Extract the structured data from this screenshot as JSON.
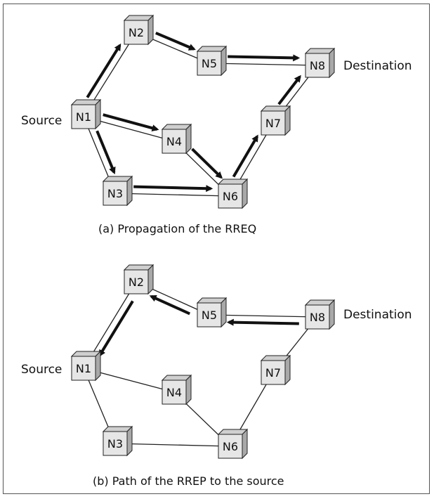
{
  "panels": [
    {
      "id": "a",
      "caption": "(a) Propagation of the RREQ",
      "source_label": "Source",
      "destination_label": "Destination",
      "nodes": [
        {
          "id": "N1",
          "label": "N1"
        },
        {
          "id": "N2",
          "label": "N2"
        },
        {
          "id": "N3",
          "label": "N3"
        },
        {
          "id": "N4",
          "label": "N4"
        },
        {
          "id": "N5",
          "label": "N5"
        },
        {
          "id": "N6",
          "label": "N6"
        },
        {
          "id": "N7",
          "label": "N7"
        },
        {
          "id": "N8",
          "label": "N8"
        }
      ],
      "links": [
        [
          "N1",
          "N2"
        ],
        [
          "N1",
          "N4"
        ],
        [
          "N1",
          "N3"
        ],
        [
          "N2",
          "N5"
        ],
        [
          "N5",
          "N8"
        ],
        [
          "N4",
          "N6"
        ],
        [
          "N3",
          "N6"
        ],
        [
          "N6",
          "N7"
        ],
        [
          "N7",
          "N8"
        ]
      ],
      "arrows": [
        [
          "N1",
          "N2"
        ],
        [
          "N1",
          "N4"
        ],
        [
          "N1",
          "N3"
        ],
        [
          "N2",
          "N5"
        ],
        [
          "N5",
          "N8"
        ],
        [
          "N4",
          "N6"
        ],
        [
          "N3",
          "N6"
        ],
        [
          "N6",
          "N7"
        ],
        [
          "N7",
          "N8"
        ]
      ]
    },
    {
      "id": "b",
      "caption": "(b) Path of the RREP to the source",
      "source_label": "Source",
      "destination_label": "Destination",
      "nodes": [
        {
          "id": "N1",
          "label": "N1"
        },
        {
          "id": "N2",
          "label": "N2"
        },
        {
          "id": "N3",
          "label": "N3"
        },
        {
          "id": "N4",
          "label": "N4"
        },
        {
          "id": "N5",
          "label": "N5"
        },
        {
          "id": "N6",
          "label": "N6"
        },
        {
          "id": "N7",
          "label": "N7"
        },
        {
          "id": "N8",
          "label": "N8"
        }
      ],
      "links": [
        [
          "N1",
          "N2"
        ],
        [
          "N1",
          "N4"
        ],
        [
          "N1",
          "N3"
        ],
        [
          "N2",
          "N5"
        ],
        [
          "N5",
          "N8"
        ],
        [
          "N4",
          "N6"
        ],
        [
          "N3",
          "N6"
        ],
        [
          "N6",
          "N7"
        ],
        [
          "N7",
          "N8"
        ]
      ],
      "arrows": [
        [
          "N8",
          "N5"
        ],
        [
          "N5",
          "N2"
        ],
        [
          "N2",
          "N1"
        ]
      ]
    }
  ],
  "colors": {
    "node_face": "#e6e6e6",
    "node_top": "#cfcfcf",
    "node_side": "#a9a9a9",
    "line": "#222222",
    "arrow": "#111111"
  }
}
